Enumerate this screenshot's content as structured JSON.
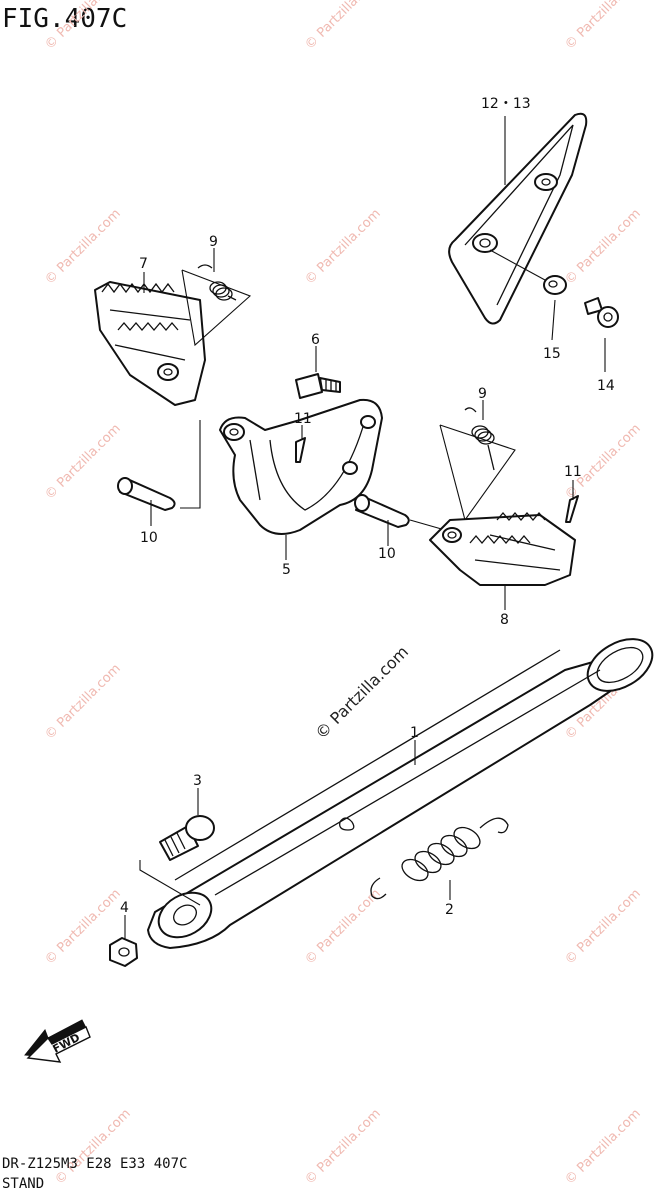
{
  "figure": {
    "title": "FIG.407C",
    "footer_model": "DR-Z125M3 E28 E33 407C",
    "footer_name": "STAND"
  },
  "watermark": {
    "text": "© Partzilla.com",
    "center_text": "© Partzilla.com",
    "color": "#f0b9b1"
  },
  "callouts": {
    "p1": "1",
    "p2": "2",
    "p3": "3",
    "p4": "4",
    "p5": "5",
    "p6": "6",
    "p7": "7",
    "p8": "8",
    "p9a": "9",
    "p9b": "9",
    "p10a": "10",
    "p10b": "10",
    "p11a": "11",
    "p11b": "11",
    "p12_13": "12・13",
    "p14": "14",
    "p15": "15"
  },
  "fwd_arrow": {
    "label": "FWD"
  }
}
